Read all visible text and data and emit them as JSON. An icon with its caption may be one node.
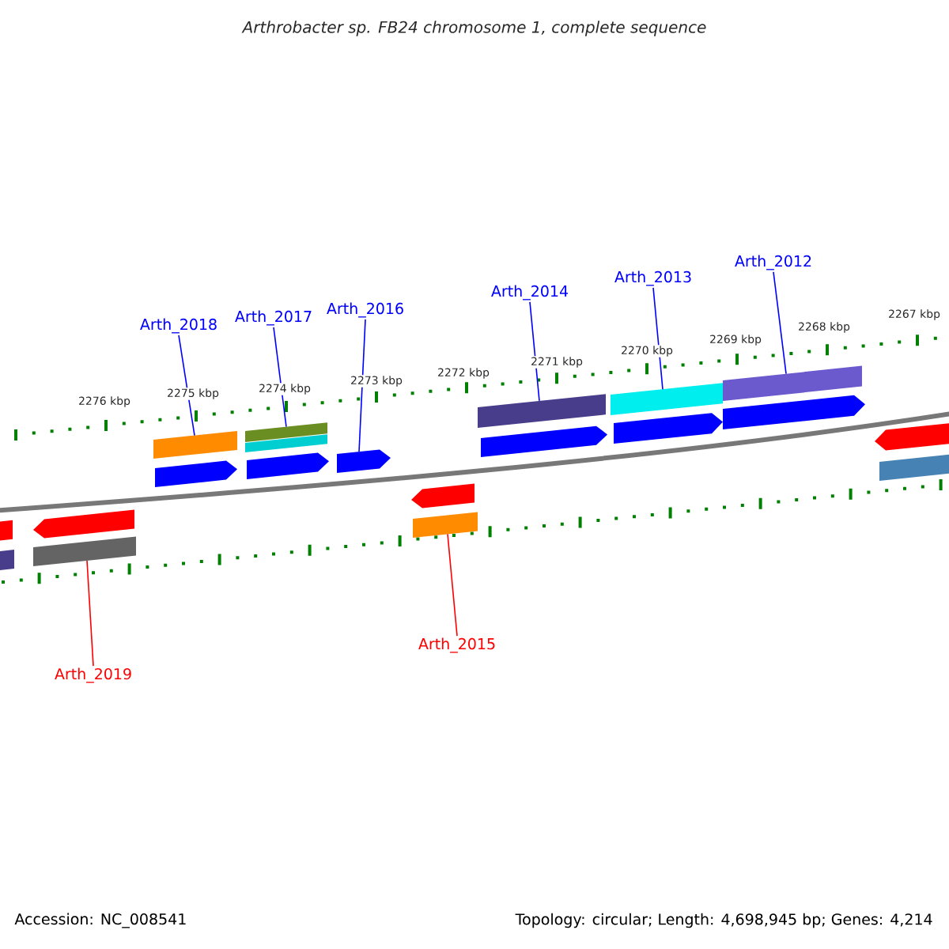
{
  "diagram": {
    "title": "Arthrobacter sp. FB24 chromosome 1, complete sequence",
    "nodes": [
      {
        "text": [
          "Arth_2018"
        ]
      },
      {
        "text": [
          "Arth_2017"
        ]
      },
      {
        "text": [
          "Arth_2016"
        ]
      },
      {
        "text": [
          "Arth_2014"
        ]
      },
      {
        "text": [
          "Arth_2013"
        ]
      },
      {
        "text": [
          "Arth_2012"
        ]
      },
      {
        "text": [
          "Arth_2019"
        ]
      },
      {
        "text": [
          "Arth_2015"
        ]
      },
      {
        "text": [],
        "shape": "bar"
      },
      {
        "text": [],
        "shape": "bar"
      },
      {
        "text": [],
        "shape": "bar"
      },
      {
        "text": [],
        "shape": "bar"
      },
      {
        "text": [],
        "shape": "bar"
      },
      {
        "text": [],
        "shape": "bar"
      },
      {
        "text": [],
        "shape": "arrow"
      },
      {
        "text": [],
        "shape": "arrow"
      },
      {
        "text": [],
        "shape": "arrow"
      },
      {
        "text": [],
        "shape": "arrow"
      },
      {
        "text": [],
        "shape": "arrow"
      },
      {
        "text": [],
        "shape": "arrow"
      },
      {
        "text": [],
        "shape": "arrow"
      },
      {
        "text": [],
        "shape": "bar"
      },
      {
        "text": [],
        "shape": "arrow"
      },
      {
        "text": [],
        "shape": "bar"
      },
      {
        "text": [],
        "shape": "arrow"
      },
      {
        "text": [],
        "shape": "bar"
      },
      {
        "text": [],
        "shape": "arrow"
      },
      {
        "text": [],
        "shape": "bar"
      }
    ],
    "edges": [
      {
        "from": 0,
        "to": 8,
        "arrow": "none"
      },
      {
        "from": 1,
        "to": 9,
        "arrow": "none"
      },
      {
        "from": 2,
        "to": 16,
        "arrow": "none"
      },
      {
        "from": 3,
        "to": 11,
        "arrow": "none"
      },
      {
        "from": 4,
        "to": 12,
        "arrow": "none"
      },
      {
        "from": 5,
        "to": 13,
        "arrow": "none"
      },
      {
        "from": 6,
        "to": 25,
        "arrow": "none",
        "color": "#ff0000"
      },
      {
        "from": 7,
        "to": 23,
        "arrow": "none",
        "color": "#ff0000"
      }
    ],
    "labels": [
      "2276 kbp",
      "2275 kbp",
      "2274 kbp",
      "2273 kbp",
      "2272 kbp",
      "2271 kbp",
      "2270 kbp",
      "2269 kbp",
      "2268 kbp",
      "2267 kbp",
      "Accession: NC_008541",
      "Topology: circular; Length: 4,698,945 bp; Genes: 4,214"
    ]
  }
}
